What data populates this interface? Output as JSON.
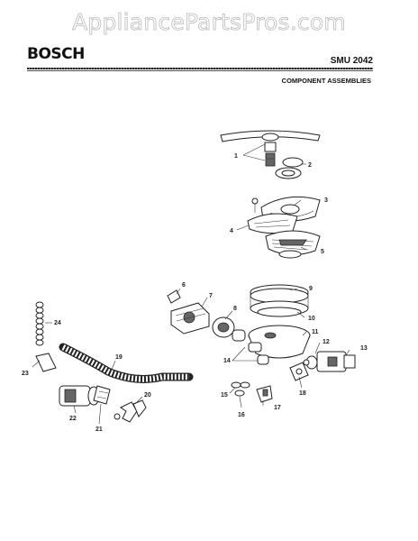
{
  "watermark": "AppliancePartsPros.com",
  "header": {
    "brand": "BOSCH",
    "model": "SMU 2042",
    "section": "COMPONENT ASSEMBLIES"
  },
  "callouts": {
    "c1": "1",
    "c2": "2",
    "c3": "3",
    "c4": "4",
    "c5": "5",
    "c6": "6",
    "c7": "7",
    "c8": "8",
    "c9": "9",
    "c10": "10",
    "c11": "11",
    "c12": "12",
    "c13": "13",
    "c14": "14",
    "c15": "15",
    "c16": "16",
    "c17": "17",
    "c18": "18",
    "c19": "19",
    "c20": "20",
    "c21": "21",
    "c22": "22",
    "c23": "23",
    "c24": "24"
  }
}
